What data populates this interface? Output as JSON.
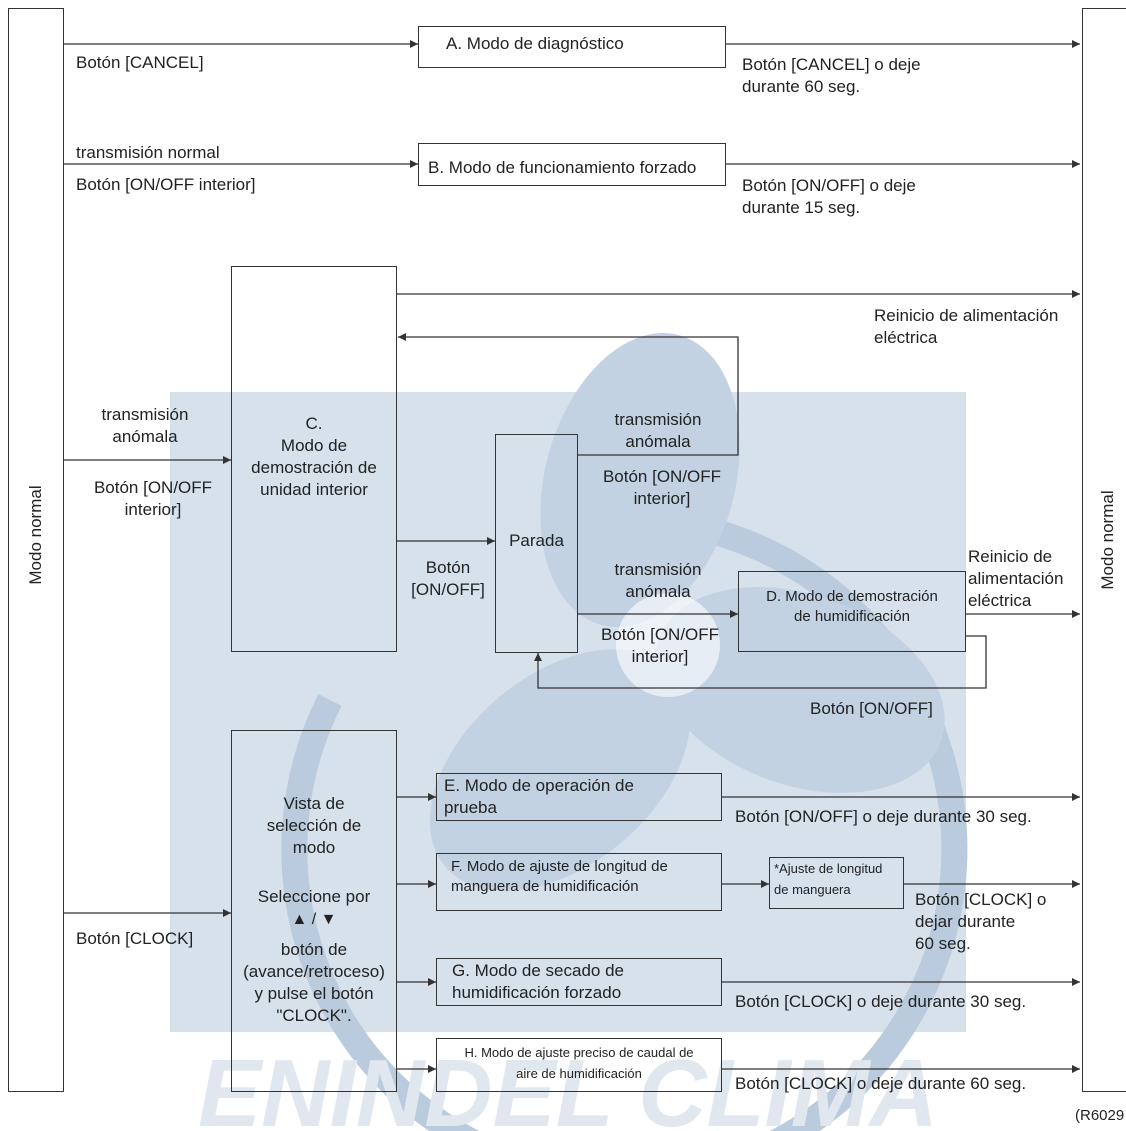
{
  "side_labels": {
    "left": "Modo normal",
    "right": "Modo normal"
  },
  "boxes": {
    "A": "A. Modo de diagnóstico",
    "B": "B. Modo de funcionamiento forzado",
    "C": "C.\nModo de\ndemostración de\nunidad interior",
    "parada": "Parada",
    "D": "D. Modo de demostración\nde humidificación",
    "sel_title": "Vista de\nselección de\nmodo",
    "sel_pre": "Seleccione por",
    "sel_arrows": "▲ / ▼",
    "sel_post": "botón de\n(avance/retroceso)\ny pulse el botón\n\"CLOCK\".",
    "E": "E. Modo de operación de\nprueba",
    "F": "F. Modo de ajuste de longitud de\nmanguera de humidificación",
    "F_sub": "*Ajuste de longitud\nde manguera",
    "G": "G. Modo de secado de\nhumidificación forzado",
    "H": "H. Modo de ajuste preciso de caudal de\naire de humidificación"
  },
  "labels": {
    "a_in": "Botón [CANCEL]",
    "a_out": "Botón [CANCEL] o deje\ndurante 60 seg.",
    "b_in_top": "transmisión normal",
    "b_in_bottom": "Botón [ON/OFF interior]",
    "b_out": "Botón [ON/OFF] o deje\ndurante 15 seg.",
    "c_power": "Reinicio de alimentación\neléctrica",
    "c_in_top": "transmisión\nanómala",
    "c_in_bottom": "Botón [ON/OFF\ninterior]",
    "p_back_top": "transmisión\nanómala",
    "p_back_bottom": "Botón [ON/OFF\ninterior]",
    "c_to_p": "Botón\n[ON/OFF]",
    "p_to_d_top": "transmisión\nanómala",
    "p_to_d_bottom": "Botón [ON/OFF\ninterior]",
    "d_power": "Reinicio de\nalimentación\neléctrica",
    "d_back": "Botón [ON/OFF]",
    "sel_in": "Botón [CLOCK]",
    "e_out": "Botón [ON/OFF] o deje durante 30 seg.",
    "f_out": "Botón [CLOCK] o\ndejar durante\n60 seg.",
    "g_out": "Botón [CLOCK] o deje durante 30 seg.",
    "h_out": "Botón [CLOCK] o deje durante 60 seg."
  },
  "reference": "(R6029",
  "watermark": "ENINDEL CLIMA",
  "colors": {
    "watermark_blue": "#cfdbe8",
    "line": "#333333"
  }
}
